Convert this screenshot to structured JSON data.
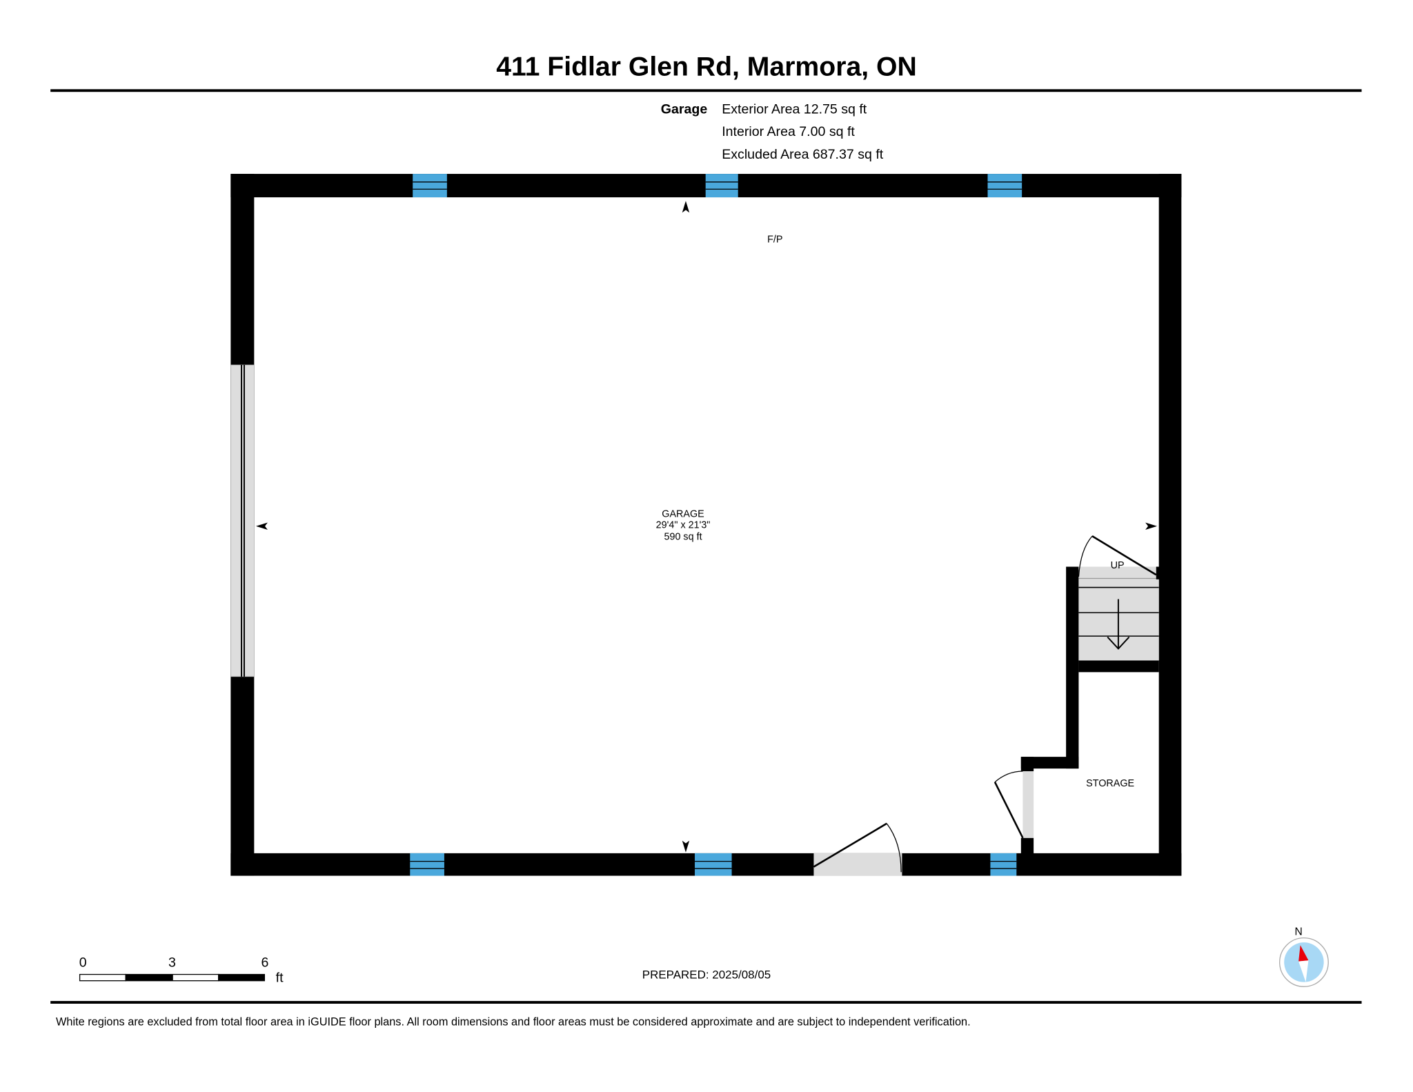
{
  "title": "411 Fidlar Glen Rd, Marmora, ON",
  "summary": {
    "floor_label": "Garage",
    "exterior_area": "Exterior Area 12.75 sq ft",
    "interior_area": "Interior Area 7.00 sq ft",
    "excluded_area": "Excluded Area 687.37 sq ft"
  },
  "rooms": {
    "fireplace": "F/P",
    "garage_name": "GARAGE",
    "garage_dims": "29'4\" x 21'3\"",
    "garage_area": "590 sq ft",
    "stairs": "UP",
    "storage": "STORAGE"
  },
  "scale": {
    "tick0": "0",
    "tick1": "3",
    "tick2": "6",
    "unit": "ft"
  },
  "prepared": "PREPARED: 2025/08/05",
  "compass": {
    "label": "N"
  },
  "footer": "White regions are excluded from total floor area in iGUIDE floor plans. All room dimensions and floor areas must be considered approximate and are subject to independent verification.",
  "colors": {
    "wall": "#000000",
    "window": "#4aa8dc",
    "opening": "#dddddd",
    "compass_bg": "#a8d8f5",
    "compass_needle": "#e8000b"
  }
}
